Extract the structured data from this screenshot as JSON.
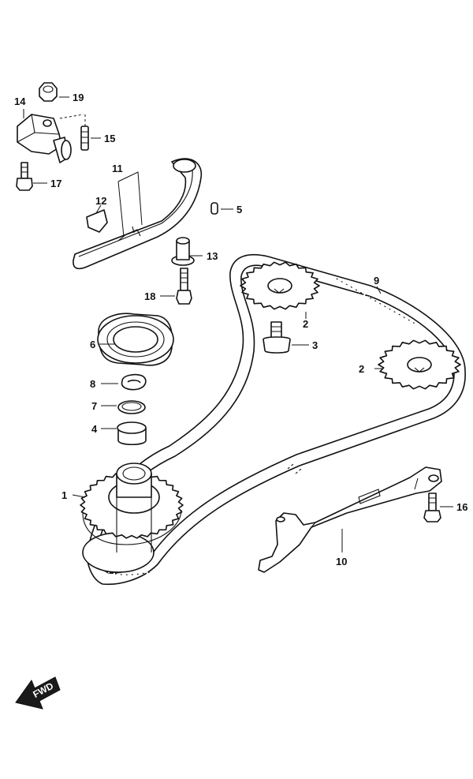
{
  "callouts": {
    "c1": "1",
    "c2a": "2",
    "c2b": "2",
    "c3": "3",
    "c4": "4",
    "c5": "5",
    "c6": "6",
    "c7": "7",
    "c8": "8",
    "c9": "9",
    "c10": "10",
    "c11": "11",
    "c12": "12",
    "c13": "13",
    "c14": "14",
    "c15": "15",
    "c16": "16",
    "c17": "17",
    "c18": "18",
    "c19": "19"
  },
  "fwd_label": "FWD",
  "colors": {
    "line": "#111111",
    "background": "#ffffff",
    "fwd_arrow": "#1a1a1a"
  }
}
